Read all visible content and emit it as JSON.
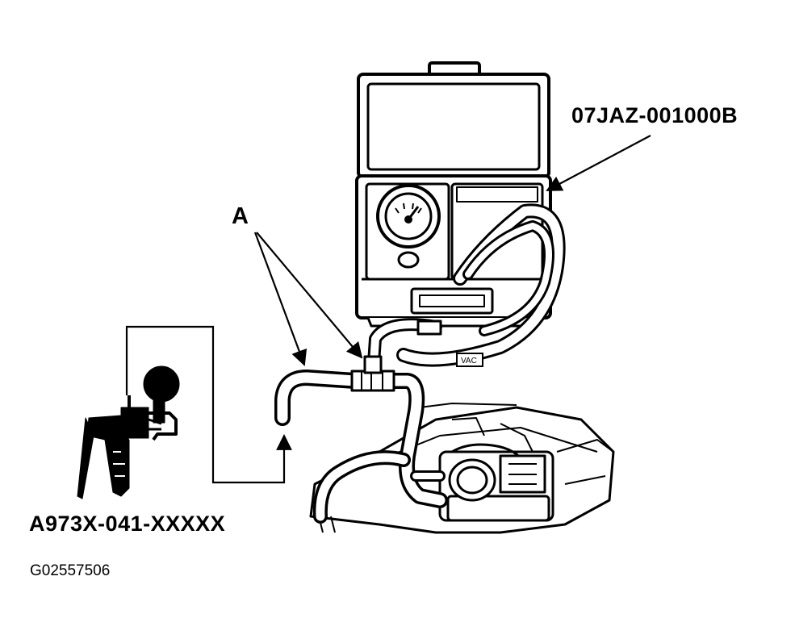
{
  "labels": {
    "tester_part_number": "07JAZ-001000B",
    "hose_callout": "A",
    "pump_part_number": "A973X-041-XXXXX",
    "figure_id": "G02557506",
    "vac_tag": "VAC"
  },
  "colors": {
    "ink": "#000000",
    "paper": "#ffffff"
  }
}
